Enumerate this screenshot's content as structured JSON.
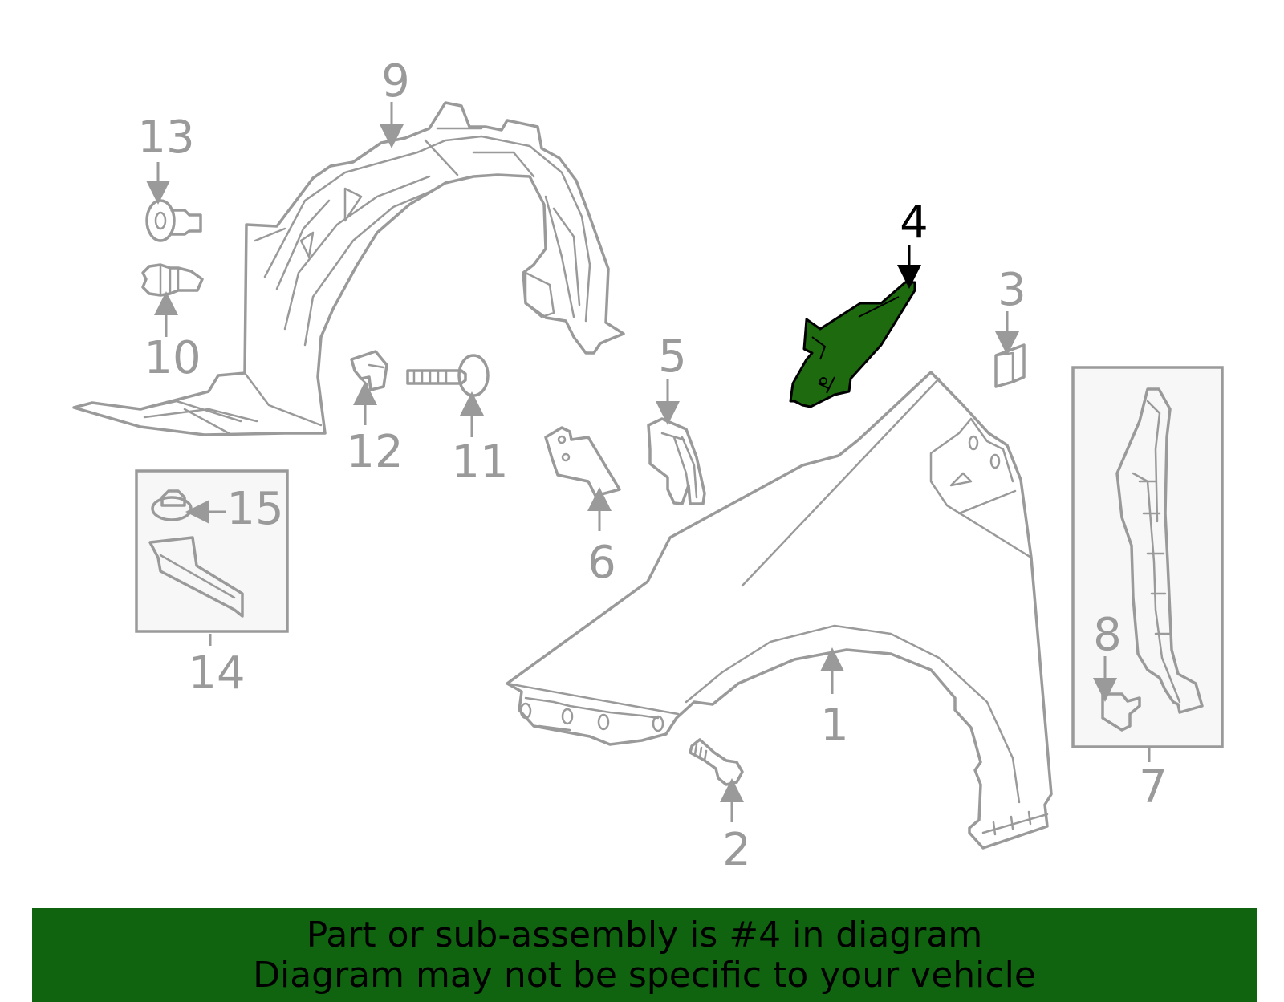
{
  "diagram": {
    "highlight_color": "#1e6b0f",
    "line_color": "#9a9a9a",
    "callouts": {
      "c1": "1",
      "c2": "2",
      "c3": "3",
      "c4": "4",
      "c5": "5",
      "c6": "6",
      "c7": "7",
      "c8": "8",
      "c9": "9",
      "c10": "10",
      "c11": "11",
      "c12": "12",
      "c13": "13",
      "c14": "14",
      "c15": "15"
    }
  },
  "banner": {
    "background": "#106410",
    "line1": "Part or sub-assembly is #4 in diagram",
    "line2": "Diagram may not be specific to your vehicle"
  }
}
